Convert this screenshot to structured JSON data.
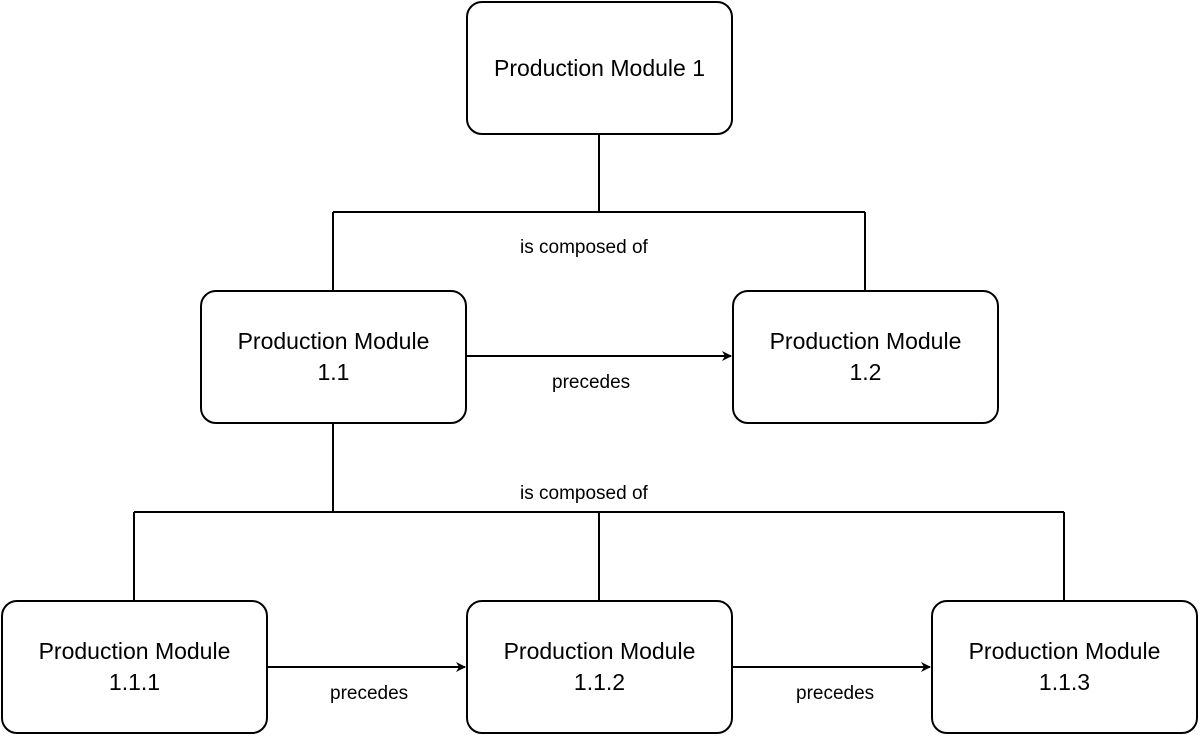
{
  "nodes": {
    "pm_1": "Production Module 1",
    "pm_1_1": "Production Module\n1.1",
    "pm_1_2": "Production Module\n1.2",
    "pm_1_1_1": "Production Module\n1.1.1",
    "pm_1_1_2": "Production Module\n1.1.2",
    "pm_1_1_3": "Production Module\n1.1.3"
  },
  "edges": {
    "composed_top": "is composed of",
    "composed_mid": "is composed of",
    "precedes_1_1_to_1_2": "precedes",
    "precedes_1_1_1_to_1_1_2": "precedes",
    "precedes_1_1_2_to_1_1_3": "precedes"
  },
  "colors": {
    "stroke": "#000000",
    "fill": "#ffffff"
  }
}
